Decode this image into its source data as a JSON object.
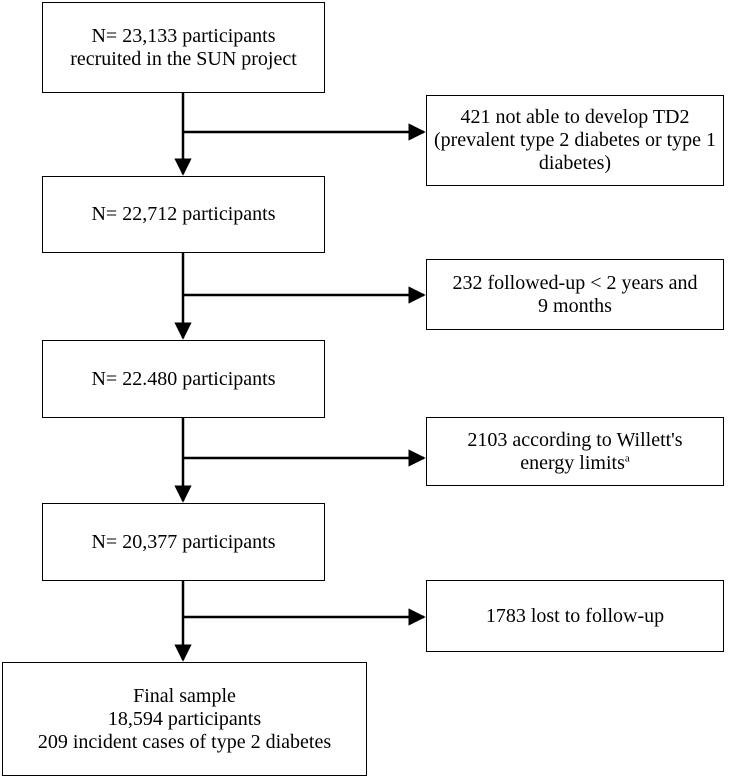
{
  "main_boxes": [
    {
      "lines": [
        "N= 23,133 participants",
        "recruited in the SUN project"
      ]
    },
    {
      "lines": [
        "N= 22,712 participants"
      ]
    },
    {
      "lines": [
        "N= 22.480 participants"
      ]
    },
    {
      "lines": [
        "N= 20,377 participants"
      ]
    },
    {
      "lines": [
        "Final sample",
        "18,594 participants",
        "209 incident cases of type 2 diabetes"
      ]
    }
  ],
  "exclusion_boxes": [
    {
      "lines": [
        "421 not able to develop TD2",
        "(prevalent type 2 diabetes or type 1",
        "diabetes)"
      ]
    },
    {
      "lines": [
        "232 followed-up < 2 years and",
        "9 months"
      ]
    },
    {
      "line1": "2103 according to Willett's",
      "line2": "energy limits",
      "footnote": "a"
    },
    {
      "lines": [
        "1783 lost to follow-up"
      ]
    }
  ]
}
